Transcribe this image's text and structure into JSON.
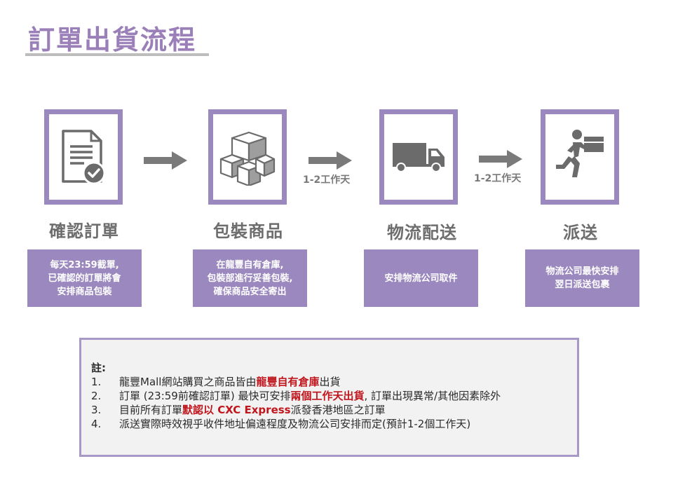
{
  "title": "訂單出貨流程",
  "steps": [
    {
      "icon": "document-check-icon",
      "title": "確認訂單",
      "desc": "每天23:59截單,\n已確認的訂單將會\n安排商品包裝"
    },
    {
      "icon": "boxes-icon",
      "title": "包裝商品",
      "desc": "在龍豐自有倉庫,\n包裝部進行妥善包裝,\n確保商品安全寄出"
    },
    {
      "icon": "truck-icon",
      "title": "物流配送",
      "desc": "安排物流公司取件"
    },
    {
      "icon": "courier-running-icon",
      "title": "派送",
      "desc": "物流公司最快安排\n翌日派送包裹"
    }
  ],
  "arrows": [
    {
      "label": ""
    },
    {
      "label": "1-2工作天"
    },
    {
      "label": "1-2工作天"
    }
  ],
  "notes": {
    "label": "註:",
    "items": [
      {
        "num": "1.",
        "before": "龍豐Mall網站購買之商品皆由",
        "highlight": "龍豐自有倉庫",
        "after": "出貨"
      },
      {
        "num": "2.",
        "before": "訂單 (23:59前確認訂單) 最快可安排",
        "highlight": "兩個工作天出貨",
        "after": ", 訂單出現異常/其他因素除外"
      },
      {
        "num": "3.",
        "before": "目前所有訂單",
        "highlight": "默認以 CXC Express",
        "after": "派發香港地區之訂單"
      },
      {
        "num": "4.",
        "before": "派送實際時效視乎收件地址偏遠程度及物流公司安排而定(預計1-2個工作天)",
        "highlight": "",
        "after": ""
      }
    ]
  },
  "colors": {
    "accent": "#9b88bf",
    "title": "#9b7fb8",
    "highlight": "#c0161d",
    "icon": "#6b6b6b",
    "arrow": "#7a7a7a"
  }
}
